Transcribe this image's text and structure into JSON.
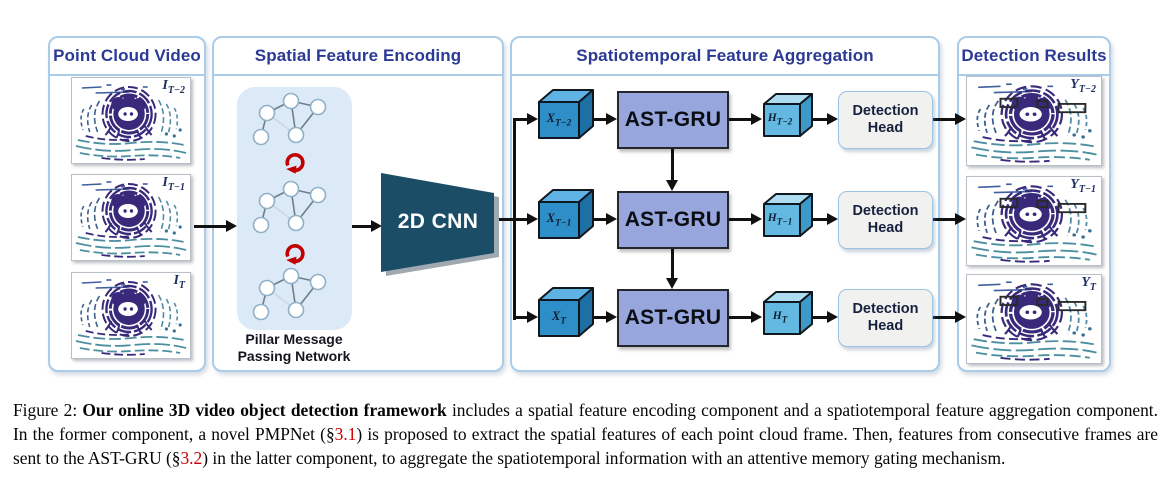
{
  "figure": {
    "panels": [
      {
        "title": "Point Cloud Video"
      },
      {
        "title": "Spatial Feature Encoding"
      },
      {
        "title": "Spatiotemporal Feature Aggregation"
      },
      {
        "title": "Detection Results"
      }
    ],
    "inputs": [
      {
        "base": "I",
        "sub": "T−2"
      },
      {
        "base": "I",
        "sub": "T−1"
      },
      {
        "base": "I",
        "sub": "T"
      }
    ],
    "outputs": [
      {
        "base": "Y",
        "sub": "T−2"
      },
      {
        "base": "Y",
        "sub": "T−1"
      },
      {
        "base": "Y",
        "sub": "T"
      }
    ],
    "pmpnet": {
      "label_line1": "Pillar Message",
      "label_line2": "Passing Network"
    },
    "cnn_label": "2D CNN",
    "rows": [
      {
        "x": {
          "base": "X",
          "sub": "T−2"
        },
        "gru": "AST-GRU",
        "h": {
          "base": "H",
          "sub": "T−2"
        },
        "head1": "Detection",
        "head2": "Head"
      },
      {
        "x": {
          "base": "X",
          "sub": "T−1"
        },
        "gru": "AST-GRU",
        "h": {
          "base": "H",
          "sub": "T−1"
        },
        "head1": "Detection",
        "head2": "Head"
      },
      {
        "x": {
          "base": "X",
          "sub": "T"
        },
        "gru": "AST-GRU",
        "h": {
          "base": "H",
          "sub": "T"
        },
        "head1": "Detection",
        "head2": "Head"
      }
    ]
  },
  "caption": {
    "prefix": "Figure 2: ",
    "bold": "Our online 3D video object detection framework",
    "seg1": " includes a spatial feature encoding component and a spatiotemporal feature aggregation component. In the former component, a novel PMPNet (§",
    "ref1": "3.1",
    "seg2": ") is proposed to extract the spatial features of each point cloud frame. Then, features from consecutive frames are sent to the AST-GRU (§",
    "ref2": "3.2",
    "seg3": ") in the latter component, to aggregate the spatiotemporal information with an attentive memory gating mechanism."
  },
  "colors": {
    "panel_border": "#A9CCE9",
    "header_text": "#2B3A94",
    "gru_fill": "#97A6DD",
    "cnn_fill": "#1C4D66",
    "x_cube_front": "#2E8FC8",
    "h_cube_front": "#63B9E2",
    "pmp_box_fill": "#DCEAF7",
    "section_ref_red": "#CC0000",
    "rotation_arrow_red": "#C00000",
    "arrow_black": "#111111"
  }
}
